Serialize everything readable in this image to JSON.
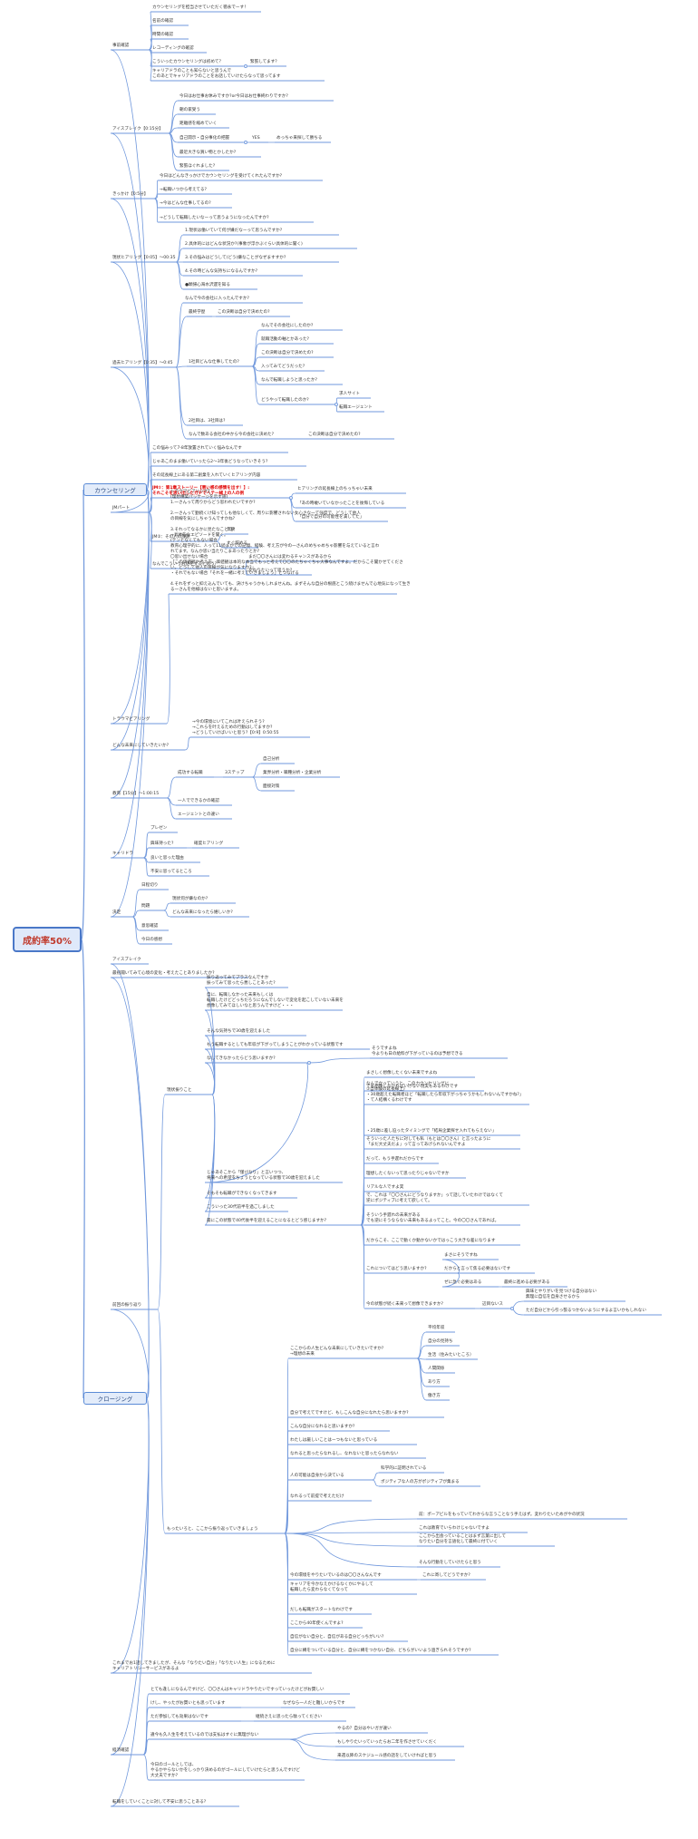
{
  "root": "成約率50%",
  "main1": "カウンセリング",
  "main2": "クロージング",
  "nodes": [
    {
      "id": "b1",
      "t": "事前確認"
    },
    {
      "id": "b1_1",
      "t": "カウンセリングを担当させていただく徳永でーす！"
    },
    {
      "id": "b1_2",
      "t": "名前の確認"
    },
    {
      "id": "b1_3",
      "t": "時間の確認"
    },
    {
      "id": "b1_4",
      "t": "レコーディングの確認"
    },
    {
      "id": "b1_5",
      "t": "こういったカウンセリングは初めて？"
    },
    {
      "id": "b1_5a",
      "t": "緊張してます？"
    },
    {
      "id": "b1_6",
      "t": "キャリアドラのことも知らないと思うんで\nこのあとでキャリアドラのことをお話していけたらなって思ってます"
    },
    {
      "id": "b2",
      "t": "アイスブレイク【0:15分】"
    },
    {
      "id": "b2_1",
      "t": "今日はお仕事お休みですか?or今日はお仕事終わりですか?"
    },
    {
      "id": "b2_2",
      "t": "朝の家受う"
    },
    {
      "id": "b2_3",
      "t": "距離感を縮めていく"
    },
    {
      "id": "b2_4",
      "t": "自己開示・自分事化の把握"
    },
    {
      "id": "b2_4y",
      "t": "YES"
    },
    {
      "id": "b2_4y1",
      "t": "めっちゃ来探して勝ちる"
    },
    {
      "id": "b2_5",
      "t": "最近大きな買い物とかしたか?"
    },
    {
      "id": "b2_6",
      "t": "緊張ほぐれました?"
    },
    {
      "id": "b3",
      "t": "きっかけ【0:5分】"
    },
    {
      "id": "b3_1",
      "t": "今日はどんなきっかけでカウンセリングを受けてくれたんですか?"
    },
    {
      "id": "b3_2",
      "t": "→転職いつから考えてる?"
    },
    {
      "id": "b3_3",
      "t": "→今はどんな仕事してるの?"
    },
    {
      "id": "b3_4",
      "t": "→どうして転職したいなーって思うようになったんですか?"
    },
    {
      "id": "b4",
      "t": "現状ヒアリング【0:05】〜00:35"
    },
    {
      "id": "b4_1",
      "t": "1.現状は働いていて何が嫌だなーって思うんですか?"
    },
    {
      "id": "b4_2",
      "t": "2.具体的にはどんな状況か?(事象が浮かぶぐらい具体的に聞く)"
    },
    {
      "id": "b4_3",
      "t": "3.その悩みはどうして(どう)嫌なことがなぜますすか?"
    },
    {
      "id": "b4_4",
      "t": "4.その時どんな気持ちになるんですか?"
    },
    {
      "id": "b4_5",
      "t": "●顕帰心海水沢遅を知る"
    },
    {
      "id": "b5",
      "t": "過去ヒアリング【0:35】〜0:45"
    },
    {
      "id": "b5_1",
      "t": "なんで今の会社に入ったんですか?"
    },
    {
      "id": "b5_2",
      "t": "最終学歴"
    },
    {
      "id": "b5_2a",
      "t": "この決断は自分で決めたの?"
    },
    {
      "id": "b5_3",
      "t": "1社目どんな仕事してたの?"
    },
    {
      "id": "b5_3a",
      "t": "なんでその会社にしたのか?"
    },
    {
      "id": "b5_3b",
      "t": "就職活動の軸とかあった?"
    },
    {
      "id": "b5_3c",
      "t": "この決断は自分で決めたの?"
    },
    {
      "id": "b5_3d",
      "t": "入ってみてどうだった?"
    },
    {
      "id": "b5_3e",
      "t": "なんで転職しようと思ったか?"
    },
    {
      "id": "b5_3f",
      "t": "どうやって転職したのか?"
    },
    {
      "id": "b5_3f1",
      "t": "求人サイト"
    },
    {
      "id": "b5_3f2",
      "t": "転職エージェント"
    },
    {
      "id": "b5_4",
      "t": "2社目は、3社目は?"
    },
    {
      "id": "b5_5",
      "t": "なんで数ある会社の中から今の会社に決めた?"
    },
    {
      "id": "b5_5a",
      "t": "この決断は自分で決めたの?"
    },
    {
      "id": "b6",
      "t": "JMパート"
    },
    {
      "id": "b6_1",
      "t": "この悩みって7-8年放置されていく悩みなんです"
    },
    {
      "id": "b6_2",
      "t": "じゃあこのまま働いていったら2〜3年後どうなっていきそう?"
    },
    {
      "id": "b6_3",
      "t": "その延長線上にある第二創業を入れていくヒアリング内容"
    },
    {
      "id": "b6_4",
      "t": "JM①：第1章ストーリー【悪い感の感情を出す！】:\nそれこそを思い出したガチでヘテー緒上の人の例"
    },
    {
      "id": "b6_4a",
      "t": "ヒアリングの延長線上のちっちゃい未来"
    },
    {
      "id": "b6_4b",
      "t": "「あの時敢いていなかったことを後悔している"
    },
    {
      "id": "b6_4c",
      "t": "「自分で自分の可能性を潰してた」"
    },
    {
      "id": "b6_5",
      "t": "JM②：その人の課題"
    },
    {
      "id": "b6_5a",
      "t": "年齢"
    },
    {
      "id": "b6_5b",
      "t": "すぐ辞める"
    },
    {
      "id": "b6_6",
      "t": "なんでこういうお話をすると思う?"
    },
    {
      "id": "b6_6a",
      "t": "まだ〇〇さんには変わるチャンスがあるから"
    },
    {
      "id": "b6_6b",
      "t": "変わりたいって思うか?"
    },
    {
      "id": "b7",
      "t": "トラウマビアリング"
    },
    {
      "id": "b7_1",
      "t": "トラウマビアリング】\n(理想構築パッケージを示す語)\n1.一さんって周りからどう思われたいですか?\n\n2.一さんって勤続くけ知ってしも他なしくて、周りに影響されない女心さな一て強度で、どうして他人\nの目線を気にしちゃうんですかね?\n\n3.それってなるかに見たなことで?\n→具体的なエピソードを聞く。\n(テンとなくてもない場合\n教育心理学的に、人って11続まかでの記憶、経験、考え方が今の一さんのめちゃめちゃ影響を与えていると言わ\nれてます。なんか思い当たりこまあったりとか?\n〇思い出せない場合\n「この価値観や考え方、価値観は本的な本当でもっと考えて〇〇のたちゃくちゃ大事なんですよ。だからこそ聞かせてくださ\nい。どうして他人の目線が気になりますか?」\n・それでもない場合「それを一緒に考えていきましょう」とつなげる\n\n4.それをずっと抑え込んでいても、決けちゃうかもしれませんね。まずそんな自分の根底とこう続けませんで心地気になって生き\nる一さんを他様はないと思いますよ。"
    },
    {
      "id": "b8",
      "t": "どんな未来にしていきたいか?"
    },
    {
      "id": "b8_1",
      "t": "→今の環境にいてこれは叶えられそう?\n→これらを叶えるための行動はしてますか?\n→どうしていけばいいと思う?【0:9】0:50:55"
    },
    {
      "id": "b9",
      "t": "教育【15分】〜1:00:15"
    },
    {
      "id": "b9_1",
      "t": "成功する転職"
    },
    {
      "id": "b9_1a",
      "t": "3ステップ"
    },
    {
      "id": "b9_1a1",
      "t": "自己分析"
    },
    {
      "id": "b9_1a2",
      "t": "業界分析・職種分析・企業分析"
    },
    {
      "id": "b9_1a3",
      "t": "面接対策"
    },
    {
      "id": "b9_2",
      "t": "一人でできるかの確認"
    },
    {
      "id": "b9_3",
      "t": "エージェントとの違い"
    },
    {
      "id": "b10",
      "t": "キャリドラ"
    },
    {
      "id": "b10_1",
      "t": "プレゼン"
    },
    {
      "id": "b10_2",
      "t": "興味持った?"
    },
    {
      "id": "b10_2a",
      "t": "確度ヒアリング"
    },
    {
      "id": "b10_3",
      "t": "良いと思った理由"
    },
    {
      "id": "b10_4",
      "t": "不安に思ってるところ"
    },
    {
      "id": "b11",
      "t": "決定"
    },
    {
      "id": "b11_1",
      "t": "日程切り"
    },
    {
      "id": "b11_2",
      "t": "問題"
    },
    {
      "id": "b11_2a",
      "t": "現状何が嫌なのか?"
    },
    {
      "id": "b11_2b",
      "t": "どんな未来になったら嬉しいか?"
    },
    {
      "id": "b11_3",
      "t": "意思確認"
    },
    {
      "id": "b11_4",
      "t": "今日の感想"
    },
    {
      "id": "c1",
      "t": "アイスブレイク"
    },
    {
      "id": "c2",
      "t": "最初聞いてみて心境の変化・考えたことありましたか?"
    },
    {
      "id": "c3",
      "t": "前回の振り返り"
    },
    {
      "id": "c3_1",
      "t": "現状振りこと"
    },
    {
      "id": "c3_1a",
      "t": "振り返ってみてプラスなんですか\n振ってみて思ったら悪しことあった?"
    },
    {
      "id": "c3_1b",
      "t": "自に、転職しなかった未来もしくは\n転職したけどどっちだろうになんでしないで変化を起こしていない未来を\n想像してみてほしいなと思うんですけど・・・"
    },
    {
      "id": "c3_1c",
      "t": "そんな気持ちで30歳を迎えました"
    },
    {
      "id": "c3_1d",
      "t": "もう転職するとしても年収が下がってしまうことがわかっている状態です"
    },
    {
      "id": "c3_1e",
      "t": "なしてきなかったらどう思いますか?"
    },
    {
      "id": "c3_1f",
      "t": "そうですよね\n今よりも日の給料が下がっているのは予想できる"
    },
    {
      "id": "c3_1g",
      "t": "じゃあそこから「僅びなり」と言いつつ、\n将来への希望をちょうとなっている状態で30歳を迎えました"
    },
    {
      "id": "c3_1h",
      "t": "そもそも転職ができなくなってきます"
    },
    {
      "id": "c3_1i",
      "t": "こういった30代前半を過ごしました"
    },
    {
      "id": "c3_1j",
      "t": "最にこの状態で40代後半を迎えることになるとどう感じますか?"
    },
    {
      "id": "c3_2a",
      "t": "まさしく想像したくない未来ですよね"
    },
    {
      "id": "c3_2b",
      "t": "でも想像しなければいけない現実もあるわけです"
    },
    {
      "id": "c3_2c",
      "t": "なんでかっていうと、このカウンセリングに\n①自体験の延長線上)\n・30歳超えた転職者ほど「転職したら年収下がっちゃうかもしれないんですかね?」\n・て人結構くるわけです"
    },
    {
      "id": "c3_2d",
      "t": "・25歳に差し迫ったタイミングで「結局企業探せ入れてもらえない」"
    },
    {
      "id": "c3_2e",
      "t": "そういった人たちに対しても私（もとは〇〇さん）と言ったように\n「まだ大丈夫だよ」って言ってあげられないんですよ"
    },
    {
      "id": "c3_2f",
      "t": "だって、もう手遅れだからです"
    },
    {
      "id": "c3_2g",
      "t": "理想したくないって思ったりじゃないですか"
    },
    {
      "id": "c3_2h",
      "t": "リアルな人ですよ実"
    },
    {
      "id": "c3_2i",
      "t": "で、これは「〇〇さんにどうなりますか」って話していたわけではなくて\n逆にポジティブに考えて欲しくて。"
    },
    {
      "id": "c3_2j",
      "t": "そういう手遅れの未来がある\nでも逆にそうならない未来もあるよってこと。今の〇〇さんであれば。"
    },
    {
      "id": "c3_2k",
      "t": "だからこそ、ここで動くか動かないかではっこう大きな差になります"
    },
    {
      "id": "c3_2l",
      "t": "これについてはどう思いますか?"
    },
    {
      "id": "c3_2l1",
      "t": "まさにそうですね"
    },
    {
      "id": "c3_2l2",
      "t": "だからと言って焦る必要はないです"
    },
    {
      "id": "c3_2l3",
      "t": "ぜに急ぐ必要はある"
    },
    {
      "id": "c3_2l3a",
      "t": "最終に進める必要がある"
    },
    {
      "id": "c3_2m",
      "t": "今の状態が続く未来って想像できますか?"
    },
    {
      "id": "c3_2m1",
      "t": "辺目ないス"
    },
    {
      "id": "c3_2m1a",
      "t": "興味とやりがいを見つける自分はない\n無理に自信を自身させるから"
    },
    {
      "id": "c3_2m1b",
      "t": "ただ自分どから引っ張るつかないようにするよ言いかもしれない"
    },
    {
      "id": "c3_3",
      "t": "もったいろと、ここから振り返っていきましょう"
    },
    {
      "id": "c3_3a",
      "t": "ここからの人生どんな未来にしていきたいですか?\n→理想の未来"
    },
    {
      "id": "c3_3a1",
      "t": "平均年収"
    },
    {
      "id": "c3_3a2",
      "t": "自分の見持ち"
    },
    {
      "id": "c3_3a3",
      "t": "生活（住みたいところ）"
    },
    {
      "id": "c3_3a4",
      "t": "人間関係"
    },
    {
      "id": "c3_3a5",
      "t": "あり方"
    },
    {
      "id": "c3_3a6",
      "t": "働き方"
    },
    {
      "id": "c3_3b",
      "t": "自分で考えてですけど、もしこんな自分になれたら思いますか?"
    },
    {
      "id": "c3_3c",
      "t": "こんな自分になれると思いますか?"
    },
    {
      "id": "c3_3d",
      "t": "わたしは厳しいことはーつもないと思っている"
    },
    {
      "id": "c3_3e",
      "t": "なれると思ったらなれるし、なれないと思ったらなれない"
    },
    {
      "id": "c3_3f",
      "t": "人の可能は自身から決ている"
    },
    {
      "id": "c3_3f1",
      "t": "科学的に証明されている"
    },
    {
      "id": "c3_3f2",
      "t": "ポジティブな人の方がポジティブが集まる"
    },
    {
      "id": "c3_3g",
      "t": "なれるって前提で考えただけ"
    },
    {
      "id": "c3_3h",
      "t": "前：ポーアビルをもっていてわからな言うことなう手えはず。変わりたいためがやの状況"
    },
    {
      "id": "c3_3i",
      "t": "これは教育でいらわけじゃないですよ"
    },
    {
      "id": "c3_3j",
      "t": "ここから出会っていることはまず言葉に出して\nなりたい自分を言語化して最終に付ていく"
    },
    {
      "id": "c3_3k",
      "t": "そんな行動をしていけたらと思う"
    },
    {
      "id": "c3_3l",
      "t": "今の環境をやりたいでいるのは〇〇さんなんです"
    },
    {
      "id": "c3_3l1",
      "t": "これに寄してどうですか?"
    },
    {
      "id": "c3_3m",
      "t": "キャリアを今かなえかけるなくかにやるして\n転職したら変わらなくてなって"
    },
    {
      "id": "c3_3n",
      "t": "だしも転職がスタートなわけです"
    },
    {
      "id": "c3_3o",
      "t": "ここから40年使くんですよ?"
    },
    {
      "id": "c3_3p",
      "t": "自信がない自分と、自信がある自分どっちがいい?"
    },
    {
      "id": "c3_3q",
      "t": "自分に縛をついている自分と、自分に縛をつかない自分、どちらがいいよう過ぎられそうですか?"
    },
    {
      "id": "c4",
      "t": "これまでお1話してきましたが、そんな「なりたい自分」「なりたい人生」になるために\nキャリアトリシーサービスがあるよ"
    },
    {
      "id": "c5",
      "t": "経済確認"
    },
    {
      "id": "c5_1",
      "t": "とても逢しになるんですけど、〇〇さんはキャリドラやりたいですっていったけどがお賛しい"
    },
    {
      "id": "c5_2",
      "t": "けし、やったがお賛いとも思っています"
    },
    {
      "id": "c5_2a",
      "t": "なぜなら一人だと難しいからです"
    },
    {
      "id": "c5_3",
      "t": "ただ参加しても効果はないです"
    },
    {
      "id": "c5_3a",
      "t": "継続さえに思ったら駄ってください"
    },
    {
      "id": "c5_4",
      "t": "違今も久人生を考えているのでは支払はすぐに無理がない"
    },
    {
      "id": "c5_4a",
      "t": "やるの？自分はやいガが違い"
    },
    {
      "id": "c5_4b",
      "t": "もしやりたいっていったらお二年を作させていくだく"
    },
    {
      "id": "c5_4c",
      "t": "来週以降のスケジュール感の話をしていければと思う"
    },
    {
      "id": "c5_5",
      "t": "今日のゴールとしては、\nやるかやらないかをしっかり決めるのがゴールにしていけたらと思うんですけど\n大丈夫ですか?"
    },
    {
      "id": "c6",
      "t": "転職をしていくことに対して不安に思うことある?"
    }
  ]
}
